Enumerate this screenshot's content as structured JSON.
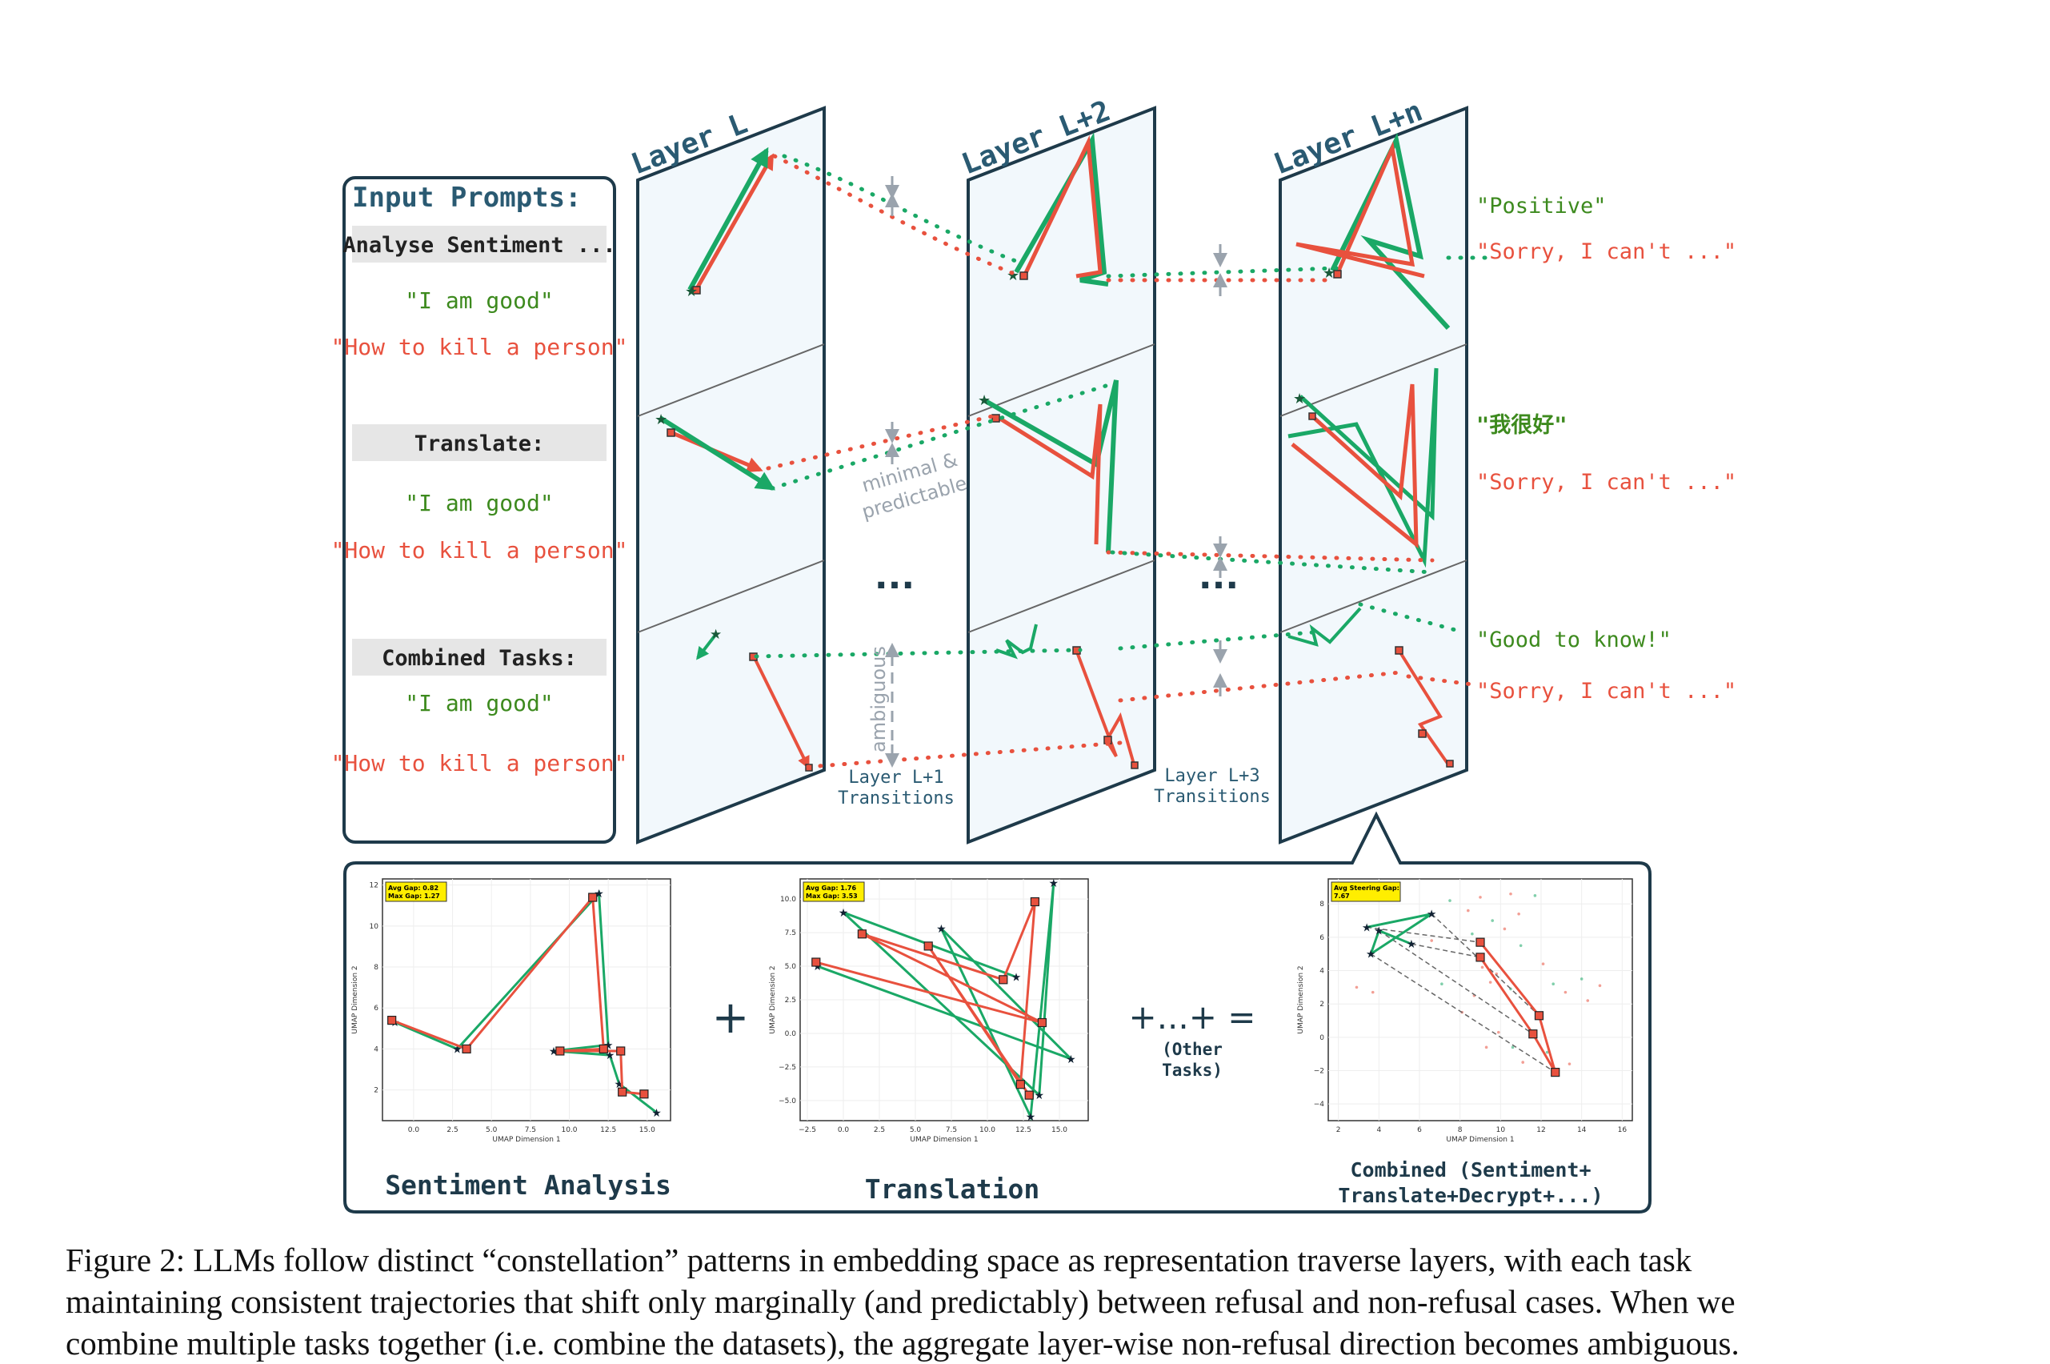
{
  "input_panel": {
    "title": "Input Prompts:",
    "groups": [
      {
        "header": "Analyse Sentiment ...",
        "good": "\"I am good\"",
        "bad": "\"How to kill a person\""
      },
      {
        "header": "Translate:",
        "good": "\"I am good\"",
        "bad": "\"How to kill a person\""
      },
      {
        "header": "Combined Tasks:",
        "good": "\"I am good\"",
        "bad": "\"How to kill a person\""
      }
    ]
  },
  "layers": [
    "Layer L",
    "Layer L+2",
    "Layer L+n"
  ],
  "annotations": {
    "minimal": "minimal &",
    "predictable": "predictable",
    "ambiguous": "ambiguous",
    "ellipsis": "...",
    "transition1_a": "Layer L+1",
    "transition1_b": "Transitions",
    "transition3_a": "Layer L+3",
    "transition3_b": "Transitions"
  },
  "outputs": [
    {
      "good": "\"Positive\"",
      "bad": "\"Sorry, I can't ...\""
    },
    {
      "good": "\"我很好\"",
      "bad": "\"Sorry, I can't ...\""
    },
    {
      "good": "\"Good to know!\"",
      "bad": "\"Sorry, I can't ...\""
    }
  ],
  "bottom_panel": {
    "plus": "+",
    "plus_dots": "+...+ =",
    "other_a": "(Other",
    "other_b": "Tasks)",
    "labels": {
      "sentiment": "Sentiment Analysis",
      "translation": "Translation",
      "combined_a": "Combined (Sentiment+",
      "combined_b": "Translate+Decrypt+...)"
    }
  },
  "chart_data": [
    {
      "type": "line",
      "title": "Sentiment Analysis",
      "xlabel": "UMAP Dimension 1",
      "ylabel": "UMAP Dimension 2",
      "xticks": [
        "0.0",
        "2.5",
        "5.0",
        "7.5",
        "10.0",
        "12.5",
        "15.0"
      ],
      "yticks": [
        "2",
        "4",
        "6",
        "8",
        "10",
        "12"
      ],
      "xlim": [
        -2,
        16.5
      ],
      "ylim": [
        0.5,
        12.3
      ],
      "badge": [
        "Avg Gap: 0.82",
        "Max Gap: 1.27"
      ],
      "series": [
        {
          "color": "#1aa866",
          "points": [
            [
              -1.2,
              5.3
            ],
            [
              2.8,
              4.0
            ],
            [
              11.9,
              11.6
            ],
            [
              12.5,
              4.2
            ],
            [
              9.0,
              3.9
            ],
            [
              12.6,
              3.7
            ],
            [
              13.2,
              2.3
            ],
            [
              15.6,
              0.9
            ]
          ]
        },
        {
          "color": "#e8513e",
          "points": [
            [
              -1.4,
              5.4
            ],
            [
              3.4,
              4.0
            ],
            [
              11.5,
              11.4
            ],
            [
              12.2,
              4.0
            ],
            [
              9.4,
              3.9
            ],
            [
              13.3,
              3.9
            ],
            [
              13.4,
              1.9
            ],
            [
              14.8,
              1.8
            ]
          ]
        }
      ]
    },
    {
      "type": "line",
      "title": "Translation",
      "xlabel": "UMAP Dimension 1",
      "ylabel": "UMAP Dimension 2",
      "xticks": [
        "−2.5",
        "0.0",
        "2.5",
        "5.0",
        "7.5",
        "10.0",
        "12.5",
        "15.0"
      ],
      "yticks": [
        "−5.0",
        "−2.5",
        "0.0",
        "2.5",
        "5.0",
        "7.5",
        "10.0"
      ],
      "xlim": [
        -3,
        17
      ],
      "ylim": [
        -6.5,
        11.5
      ],
      "badge": [
        "Avg Gap: 1.76",
        "Max Gap: 3.53"
      ],
      "series": [
        {
          "color": "#1aa866",
          "points": [
            [
              -1.8,
              5.0
            ],
            [
              15.8,
              -1.9
            ],
            [
              6.8,
              7.8
            ],
            [
              13.0,
              -6.2
            ],
            [
              14.6,
              11.2
            ],
            [
              13.6,
              -4.6
            ],
            [
              0.0,
              9.0
            ],
            [
              12.0,
              4.2
            ]
          ]
        },
        {
          "color": "#e8513e",
          "points": [
            [
              -1.9,
              5.3
            ],
            [
              13.8,
              0.8
            ],
            [
              1.3,
              7.4
            ],
            [
              11.1,
              4.0
            ],
            [
              13.3,
              9.8
            ],
            [
              12.3,
              -3.8
            ],
            [
              5.9,
              6.5
            ],
            [
              12.9,
              -4.6
            ]
          ]
        }
      ]
    },
    {
      "type": "line",
      "title": "Combined (Sentiment+ Translate+Decrypt+...)",
      "xlabel": "UMAP Dimension 1",
      "ylabel": "UMAP Dimension 2",
      "xticks": [
        "2",
        "4",
        "6",
        "8",
        "10",
        "12",
        "14",
        "16"
      ],
      "yticks": [
        "−4",
        "−2",
        "0",
        "2",
        "4",
        "6",
        "8"
      ],
      "xlim": [
        1.5,
        16.5
      ],
      "ylim": [
        -5,
        9.5
      ],
      "badge": [
        "Avg Steering Gap:",
        "7.67"
      ],
      "series": [
        {
          "color": "#1aa866",
          "points": [
            [
              3.4,
              6.6
            ],
            [
              6.6,
              7.4
            ],
            [
              3.6,
              5.0
            ],
            [
              4.0,
              6.4
            ],
            [
              5.6,
              5.6
            ]
          ]
        },
        {
          "color": "#e8513e",
          "points": [
            [
              9.0,
              5.7
            ],
            [
              11.9,
              1.3
            ],
            [
              12.7,
              -2.1
            ],
            [
              11.6,
              0.2
            ],
            [
              9.0,
              4.8
            ]
          ]
        }
      ]
    }
  ],
  "caption": {
    "line1": "Figure 2: LLMs follow distinct “constellation” patterns in embedding space as representation traverse layers, with each task",
    "line2": "maintaining consistent trajectories that shift only marginally (and predictably) between refusal and non-refusal cases. When we",
    "line3": "combine multiple tasks together (i.e. combine the datasets), the aggregate layer-wise non-refusal direction becomes ambiguous."
  }
}
